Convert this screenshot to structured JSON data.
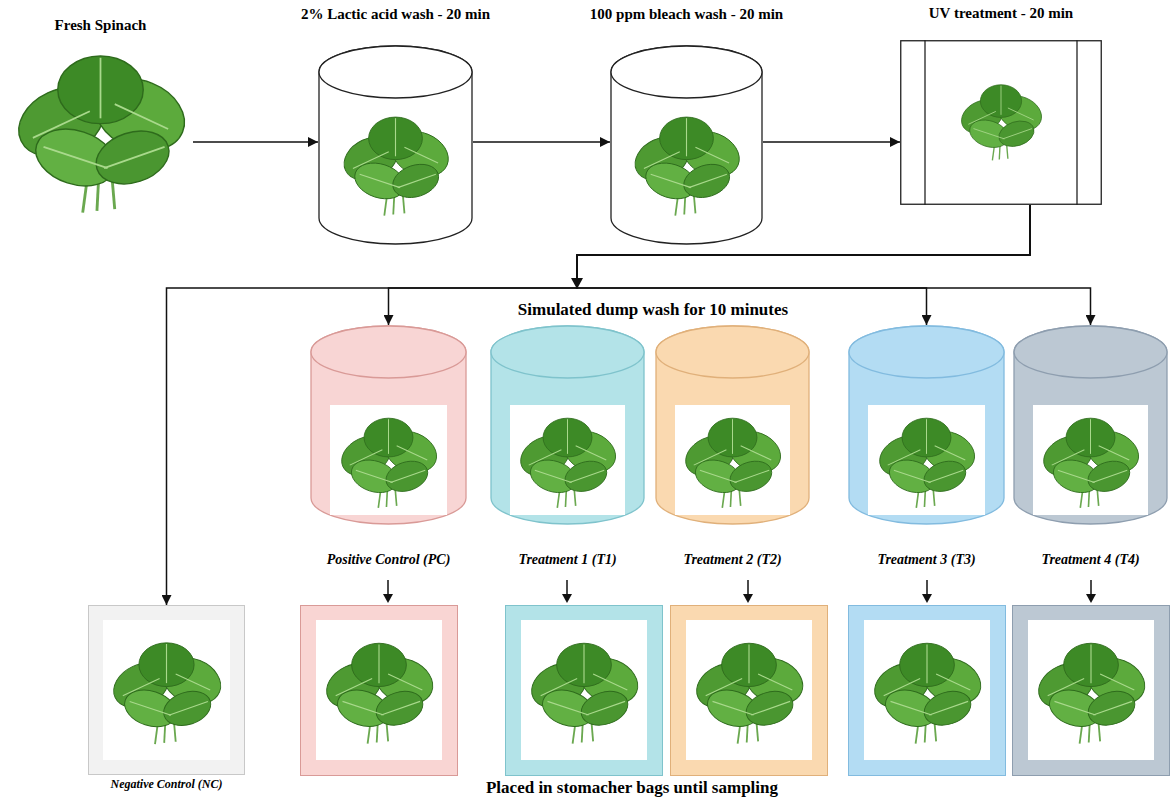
{
  "diagram": {
    "nodes": [
      {
        "text": [
          "Fresh Spinach"
        ]
      },
      {
        "text": [
          "2% Lactic acid wash - 20 min"
        ]
      },
      {
        "text": [
          "100 ppm bleach wash - 20 min"
        ]
      },
      {
        "text": [
          "UV treatment - 20 min"
        ]
      },
      {
        "text": [
          "Positive Control (PC)"
        ]
      },
      {
        "text": [
          "Treatment 1 (T1)"
        ]
      },
      {
        "text": [
          "Treatment 2 (T2)"
        ]
      },
      {
        "text": [
          "Treatment 3 (T3)"
        ]
      },
      {
        "text": [
          "Treatment 4 (T4)"
        ]
      },
      {
        "text": [
          "Negative Control (NC)"
        ]
      }
    ],
    "edges": [
      {
        "from": 0,
        "to": 1,
        "arrow": "to"
      },
      {
        "from": 1,
        "to": 2,
        "arrow": "to"
      },
      {
        "from": 2,
        "to": 3,
        "arrow": "to"
      },
      {
        "from": 3,
        "to": 9,
        "arrow": "to"
      },
      {
        "from": 3,
        "to": 4,
        "arrow": "to"
      },
      {
        "from": 3,
        "to": 7,
        "arrow": "to"
      },
      {
        "from": 3,
        "to": 8,
        "arrow": "to"
      }
    ],
    "labels": [
      "Simulated dump wash for 10 minutes",
      "Placed in stomacher bags until sampling"
    ]
  }
}
